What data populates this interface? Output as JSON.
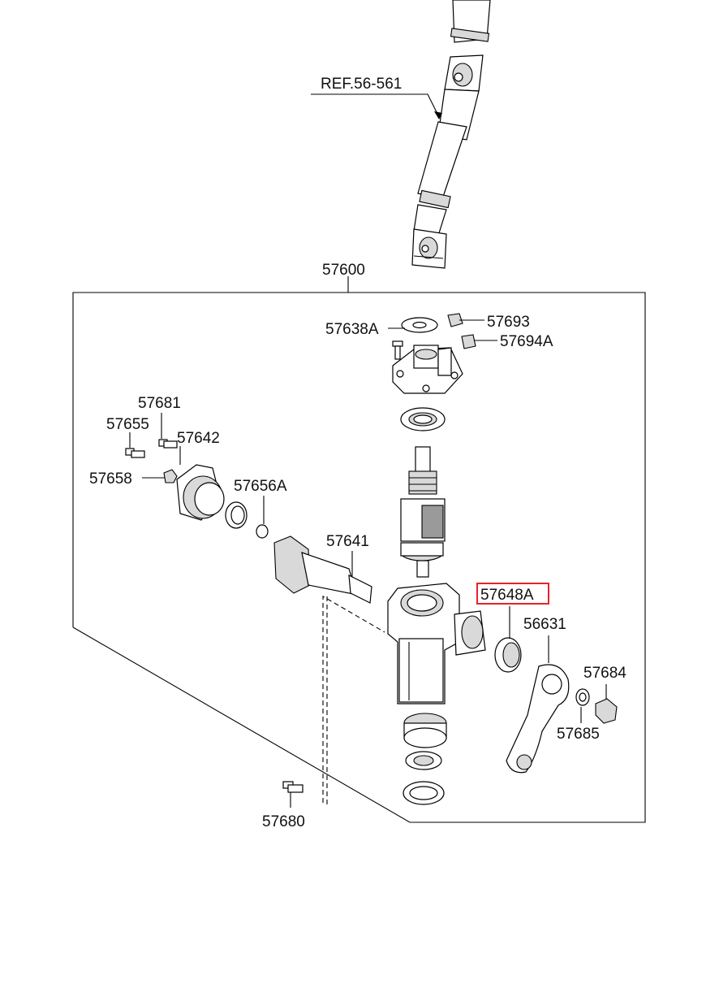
{
  "diagram": {
    "reference_label": "REF.56-561",
    "assembly_label": "57600",
    "highlight_color": "#e8222a",
    "highlighted_part": "57648A",
    "parts": [
      {
        "id": "57638A"
      },
      {
        "id": "57693"
      },
      {
        "id": "57694A"
      },
      {
        "id": "57681"
      },
      {
        "id": "57655"
      },
      {
        "id": "57642"
      },
      {
        "id": "57658"
      },
      {
        "id": "57656A"
      },
      {
        "id": "57641"
      },
      {
        "id": "57648A"
      },
      {
        "id": "56631"
      },
      {
        "id": "57684"
      },
      {
        "id": "57685"
      },
      {
        "id": "57680"
      }
    ]
  }
}
